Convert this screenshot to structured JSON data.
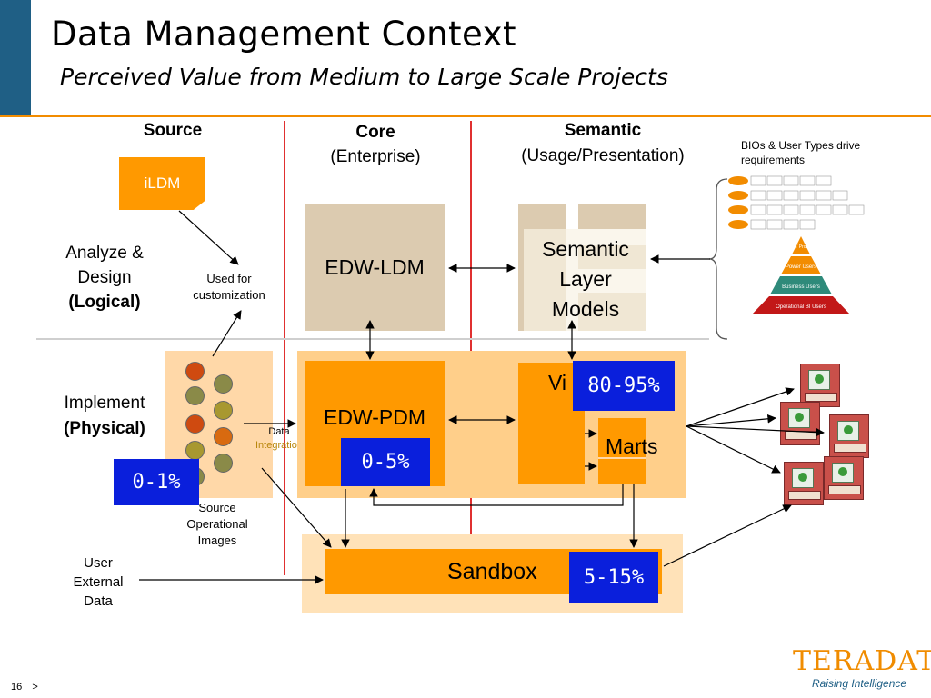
{
  "slide": {
    "title": "Data Management Context",
    "subtitle": "Perceived Value from Medium to Large Scale Projects",
    "page_number": "16",
    "page_nav": ">"
  },
  "columns": {
    "source": "Source",
    "core": "Core",
    "core_sub": "(Enterprise)",
    "semantic": "Semantic",
    "semantic_sub": "(Usage/Presentation)"
  },
  "rows": {
    "logical_line1": "Analyze &",
    "logical_line2": "Design",
    "logical_line3": "(Logical)",
    "physical_line1": "Implement",
    "physical_line2": "(Physical)"
  },
  "boxes": {
    "ildm": "iLDM",
    "used_for": "Used for customization",
    "edw_ldm": "EDW-LDM",
    "semantic_layer": "Semantic Layer Models",
    "edw_pdm": "EDW-PDM",
    "views": "Vi",
    "marts": "Marts",
    "sandbox": "Sandbox",
    "data_integration_1": "Data",
    "data_integration_2": "Integration",
    "source_op_images": "Source Operational Images",
    "user_external_data": "User External Data",
    "bios_note": "BIOs & User Types drive requirements"
  },
  "percentages": {
    "source": "0-1%",
    "core": "0-5%",
    "semantic": "80-95%",
    "sandbox": "5-15%"
  },
  "pyramid": {
    "levels": [
      "IT Pros",
      "Power Users",
      "Business Users",
      "Operational BI Users"
    ]
  },
  "brand": {
    "logo": "TERADATA",
    "tagline": "Raising Intelligence"
  },
  "colors": {
    "accent": "#f28c00",
    "title_bar": "#1f5f85",
    "divider": "#e03030",
    "pct_box": "#0a1fdc"
  }
}
